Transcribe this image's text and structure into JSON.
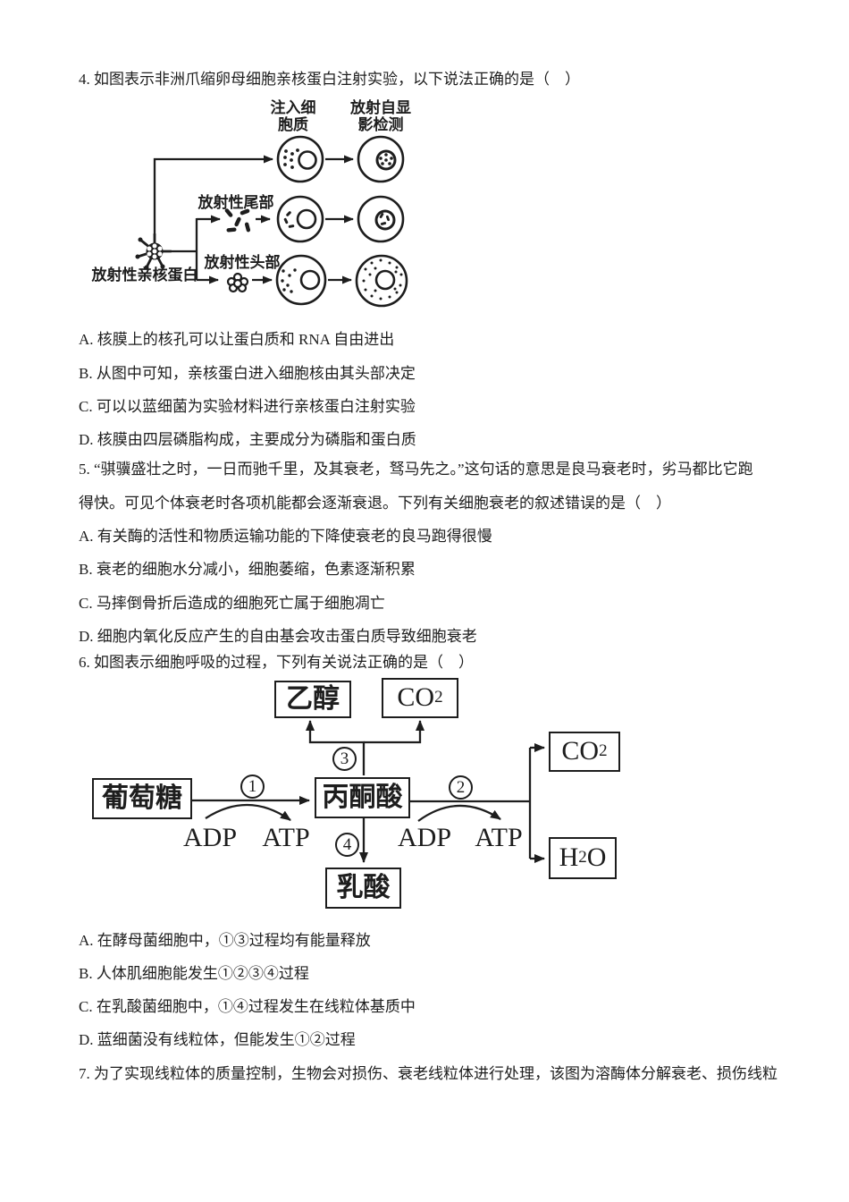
{
  "colors": {
    "ink": "#1d1d1d",
    "paper": "#ffffff"
  },
  "q4": {
    "stem": "4. 如图表示非洲爪缩卵母细胞亲核蛋白注射实验，以下说法正确的是（　）",
    "diagram": {
      "inject_line1": "注入细",
      "inject_line2": "胞质",
      "detect_line1": "放射自显",
      "detect_line2": "影检测",
      "tail_label": "放射性尾部",
      "head_label": "放射性头部",
      "protein_label": "放射性亲核蛋白"
    },
    "options": [
      "A. 核膜上的核孔可以让蛋白质和 RNA 自由进出",
      "B. 从图中可知，亲核蛋白进入细胞核由其头部决定",
      "C. 可以以蓝细菌为实验材料进行亲核蛋白注射实验",
      "D. 核膜由四层磷脂构成，主要成分为磷脂和蛋白质"
    ]
  },
  "q5": {
    "stem_line1": "5. “骐骥盛壮之时，一日而驰千里，及其衰老，驽马先之。”这句话的意思是良马衰老时，劣马都比它跑",
    "stem_line2": "得快。可见个体衰老时各项机能都会逐渐衰退。下列有关细胞衰老的叙述错误的是（　）",
    "options": [
      "A. 有关酶的活性和物质运输功能的下降使衰老的良马跑得很慢",
      "B. 衰老的细胞水分减小，细胞萎缩，色素逐渐积累",
      "C. 马摔倒骨折后造成的细胞死亡属于细胞凋亡",
      "D. 细胞内氧化反应产生的自由基会攻击蛋白质导致细胞衰老"
    ]
  },
  "q6": {
    "stem": "6. 如图表示细胞呼吸的过程，下列有关说法正确的是（　）",
    "diagram": {
      "glucose": "葡萄糖",
      "pyruvate": "丙酮酸",
      "ethanol": "乙醇",
      "lactate": "乳酸",
      "co2_top": {
        "base": "CO",
        "sub": "2"
      },
      "co2_right": {
        "base": "CO",
        "sub": "2"
      },
      "h2o": {
        "pre": "H",
        "sub": "2",
        "post": "O"
      },
      "adp_left": "ADP",
      "atp_left": "ATP",
      "adp_right": "ADP",
      "atp_right": "ATP",
      "step1": "1",
      "step2": "2",
      "step3": "3",
      "step4": "4"
    },
    "options": [
      "A. 在酵母菌细胞中，①③过程均有能量释放",
      "B. 人体肌细胞能发生①②③④过程",
      "C. 在乳酸菌细胞中，①④过程发生在线粒体基质中",
      "D. 蓝细菌没有线粒体，但能发生①②过程"
    ]
  },
  "q7": {
    "stem": "7. 为了实现线粒体的质量控制，生物会对损伤、衰老线粒体进行处理，该图为溶酶体分解衰老、损伤线粒"
  }
}
